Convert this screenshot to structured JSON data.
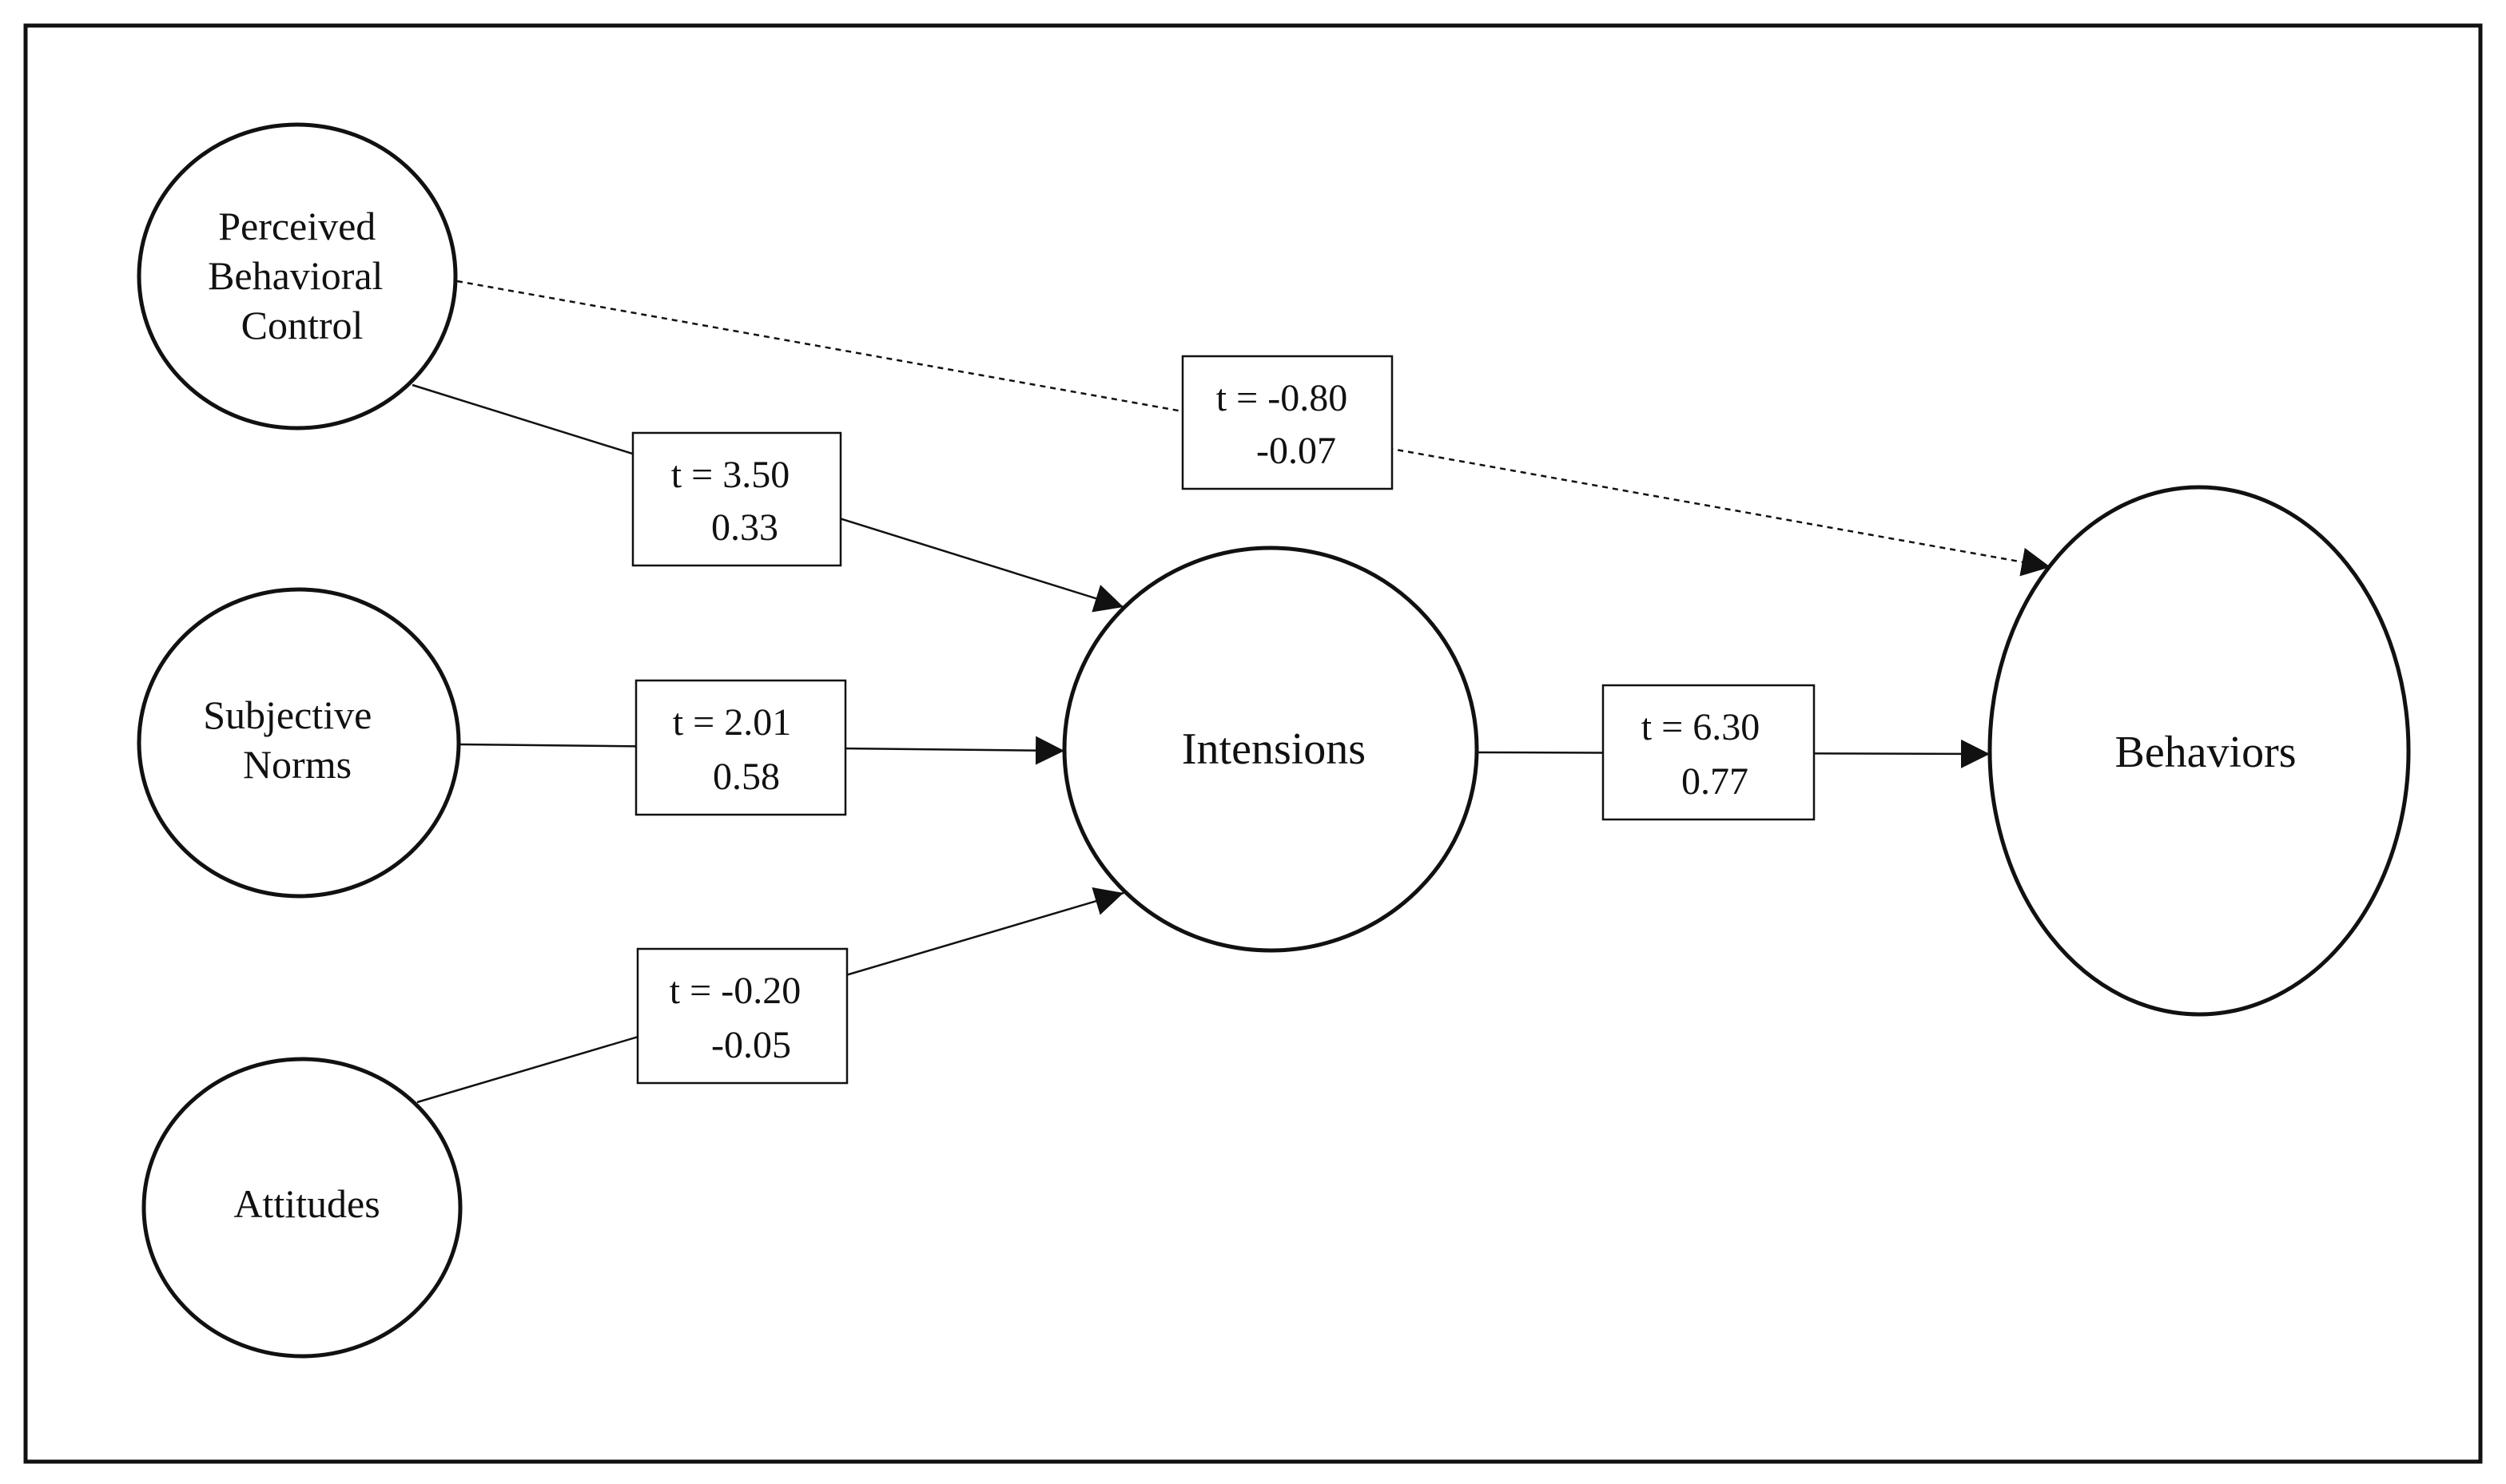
{
  "nodes": {
    "pbc": [
      "Perceived",
      "Behavioral",
      "Control"
    ],
    "subjective": [
      "Subjective",
      "Norms"
    ],
    "attitudes": [
      "Attitudes"
    ],
    "intensions": [
      "Intensions"
    ],
    "behaviors": [
      "Behaviors"
    ]
  },
  "edges": {
    "pbc_int": {
      "t": "t = 3.50",
      "coef": "0.33"
    },
    "sn_int": {
      "t": "t = 2.01",
      "coef": "0.58"
    },
    "att_int": {
      "t": "t = -0.20",
      "coef": "-0.05"
    },
    "int_beh": {
      "t": "t = 6.30",
      "coef": "0.77"
    },
    "pbc_beh": {
      "t": "t = -0.80",
      "coef": "-0.07"
    }
  },
  "colors": {
    "stroke": "#111111",
    "background": "#ffffff"
  }
}
